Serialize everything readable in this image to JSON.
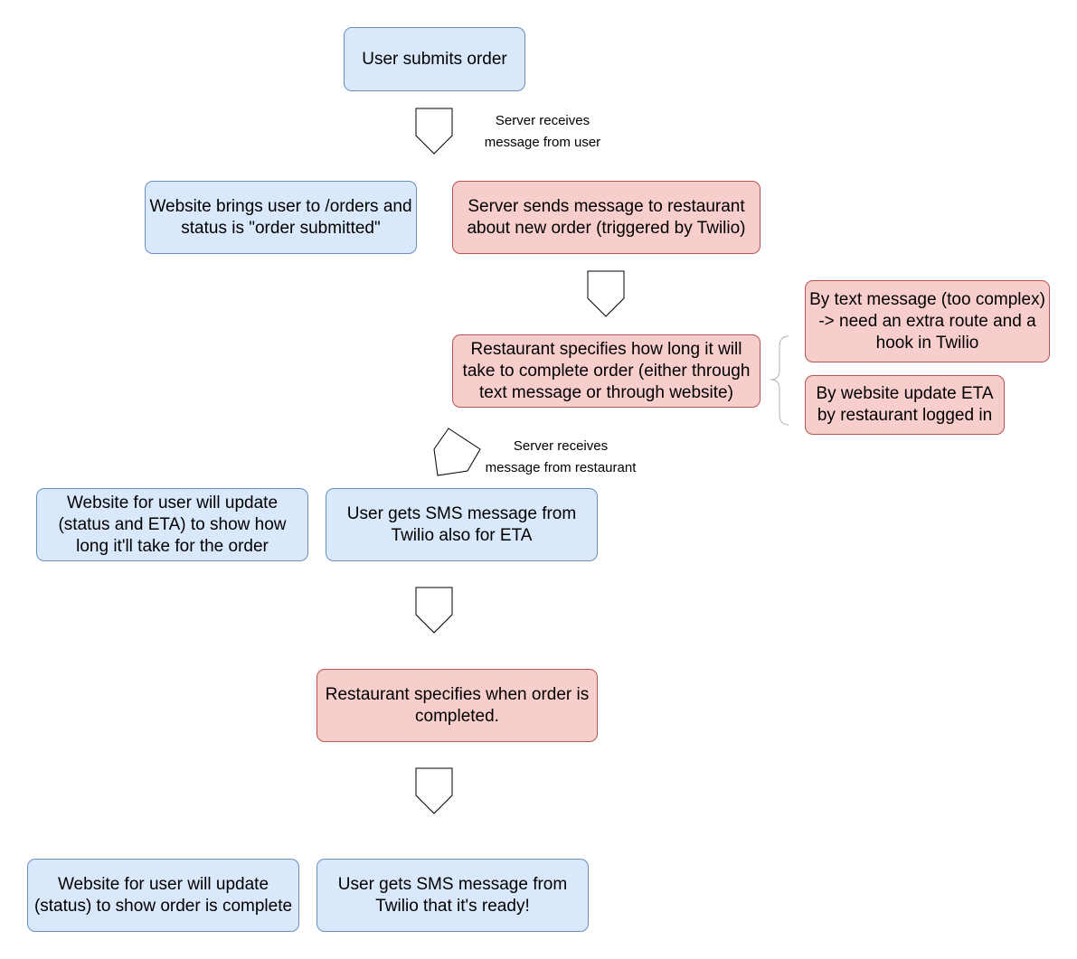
{
  "nodes": {
    "user_submits": "User submits order",
    "website_orders": "Website brings user to /orders and status is \"order submitted\"",
    "server_sends": "Server sends message to restaurant about new order (triggered by Twilio)",
    "restaurant_specifies_eta": "Restaurant specifies how long it will take to complete order (either through text message or through website)",
    "by_text": "By text message (too complex) -> need an extra route and a hook in Twilio",
    "by_website": "By website update ETA by  restaurant logged in",
    "website_eta": "Website for user will update (status and ETA) to show how long it'll take for the order",
    "sms_eta": "User gets SMS message from Twilio also for ETA",
    "restaurant_completed": "Restaurant specifies when order is completed.",
    "website_complete": "Website for user will update (status) to show order is complete",
    "sms_ready": "User gets SMS message from Twilio that it's ready!"
  },
  "annotations": {
    "server_receives_user_1": "Server receives",
    "server_receives_user_2": "message from user",
    "server_receives_restaurant_1": "Server receives",
    "server_receives_restaurant_2": "message from restaurant"
  },
  "colors": {
    "blue_fill": "#dae8fc",
    "blue_stroke": "#6c8ebf",
    "red_fill": "#f8cecc",
    "red_stroke": "#b85450"
  }
}
